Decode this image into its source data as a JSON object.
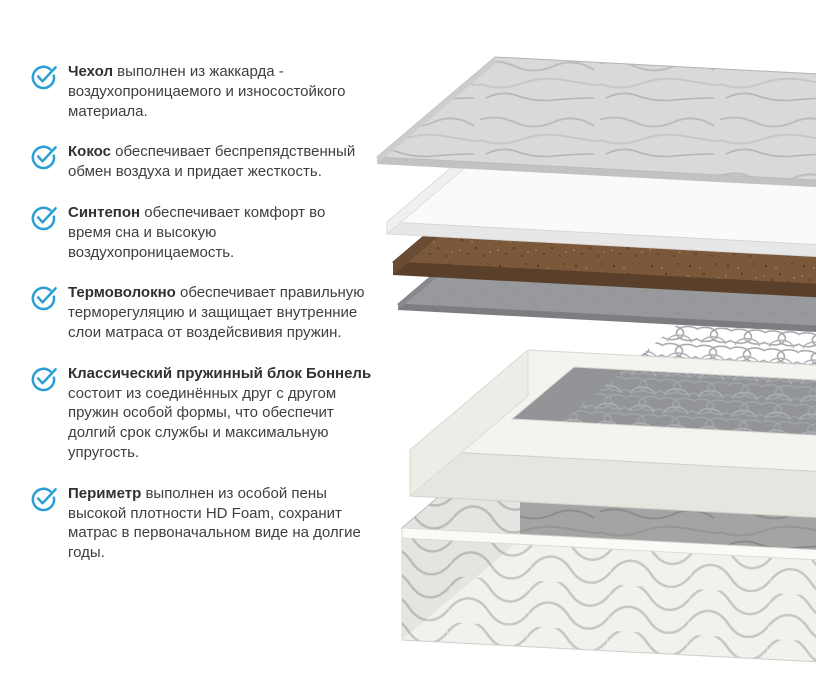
{
  "features": {
    "accent_color": "#2a9fd4",
    "text_color": "#3f3f3f",
    "items": [
      {
        "title": "Чехол",
        "text": "выполнен из жаккарда - воздухопроницаемого и износостойкого материала."
      },
      {
        "title": "Кокос",
        "text": "обеспечивает беспрепядственный обмен воздуха и придает жесткость."
      },
      {
        "title": "Синтепон",
        "text": "обеспечивает комфорт во время сна и высокую воздухопроницаемость."
      },
      {
        "title": "Термоволокно",
        "text": "обеспечивает правильную терморегуляцию и защищает внутренние слои матраса от воздейсвивия пружин."
      },
      {
        "title": "Классический пружинный блок Боннель",
        "text": "состоит из соединённых друг с другом пружин особой формы, что обеспечит долгий срок службы и максимальную упругость."
      },
      {
        "title": "Периметр",
        "text": "выполнен из особой пены высокой плотности HD Foam, сохранит матрас в первоначальном виде на долгие годы."
      }
    ]
  },
  "diagram": {
    "layers": [
      {
        "name": "jacquard-cover",
        "color": "#d9d9d9"
      },
      {
        "name": "sintepon",
        "color": "#fafafa"
      },
      {
        "name": "coconut-coir",
        "color": "#7b583a"
      },
      {
        "name": "thermofiber",
        "color": "#97999c"
      },
      {
        "name": "bonnell-spring-block",
        "color": "#a2a5a8"
      },
      {
        "name": "hd-foam-perimeter",
        "color": "#f4f3ef"
      },
      {
        "name": "mattress-base",
        "color": "#f2f1ed"
      }
    ]
  }
}
